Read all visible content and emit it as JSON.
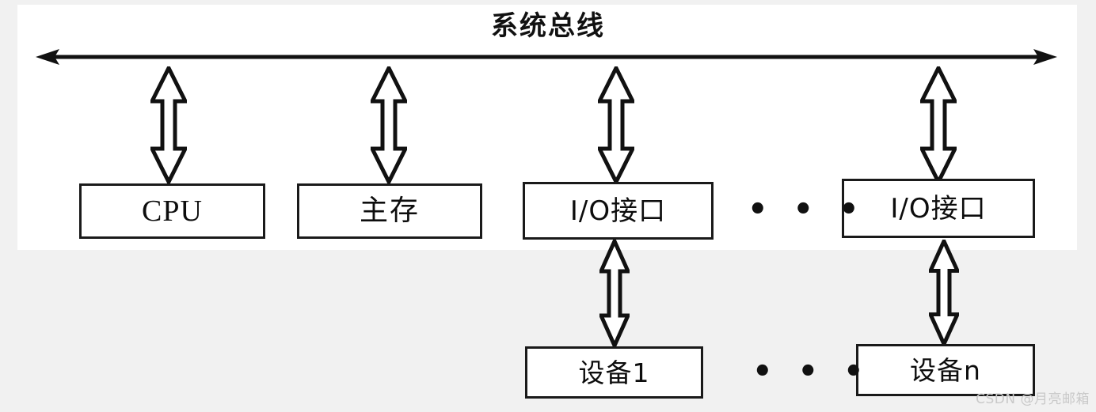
{
  "diagram": {
    "title": "系统总线",
    "bus": {
      "name": "system-bus-line",
      "left_arrowhead": "solid-arrow-left",
      "right_arrowhead": "solid-arrow-right"
    },
    "top_row": [
      {
        "id": "cpu",
        "label": "CPU",
        "style": "serif"
      },
      {
        "id": "mem",
        "label": "主存",
        "style": "songti"
      },
      {
        "id": "io1",
        "label": "I/O接口",
        "style": "sans"
      },
      {
        "id": "ion",
        "label": "I/O接口",
        "style": "sans"
      }
    ],
    "bottom_row": [
      {
        "id": "dev1",
        "label": "设备1",
        "style": "devbox"
      },
      {
        "id": "devn",
        "label": "设备n",
        "style": "devbox"
      }
    ],
    "ellipsis_top": "• • •",
    "ellipsis_bottom": "• • •",
    "connectors": [
      {
        "id": "arrow-cpu",
        "from": "system-bus",
        "to": "cpu",
        "kind": "hollow-double-arrow"
      },
      {
        "id": "arrow-mem",
        "from": "system-bus",
        "to": "mem",
        "kind": "hollow-double-arrow"
      },
      {
        "id": "arrow-io1",
        "from": "system-bus",
        "to": "io1",
        "kind": "hollow-double-arrow"
      },
      {
        "id": "arrow-ion",
        "from": "system-bus",
        "to": "ion",
        "kind": "hollow-double-arrow"
      },
      {
        "id": "arrow-dev1",
        "from": "io1",
        "to": "dev1",
        "kind": "hollow-double-arrow"
      },
      {
        "id": "arrow-devn",
        "from": "ion",
        "to": "devn",
        "kind": "hollow-double-arrow"
      }
    ],
    "colors": {
      "stroke": "#1a1a1a",
      "fill": "#ffffff",
      "canvas": "#ffffff",
      "background": "#f1f1f1",
      "watermark": "#c9c9c9"
    }
  },
  "watermark": {
    "text": "CSDN @月亮邮箱"
  }
}
